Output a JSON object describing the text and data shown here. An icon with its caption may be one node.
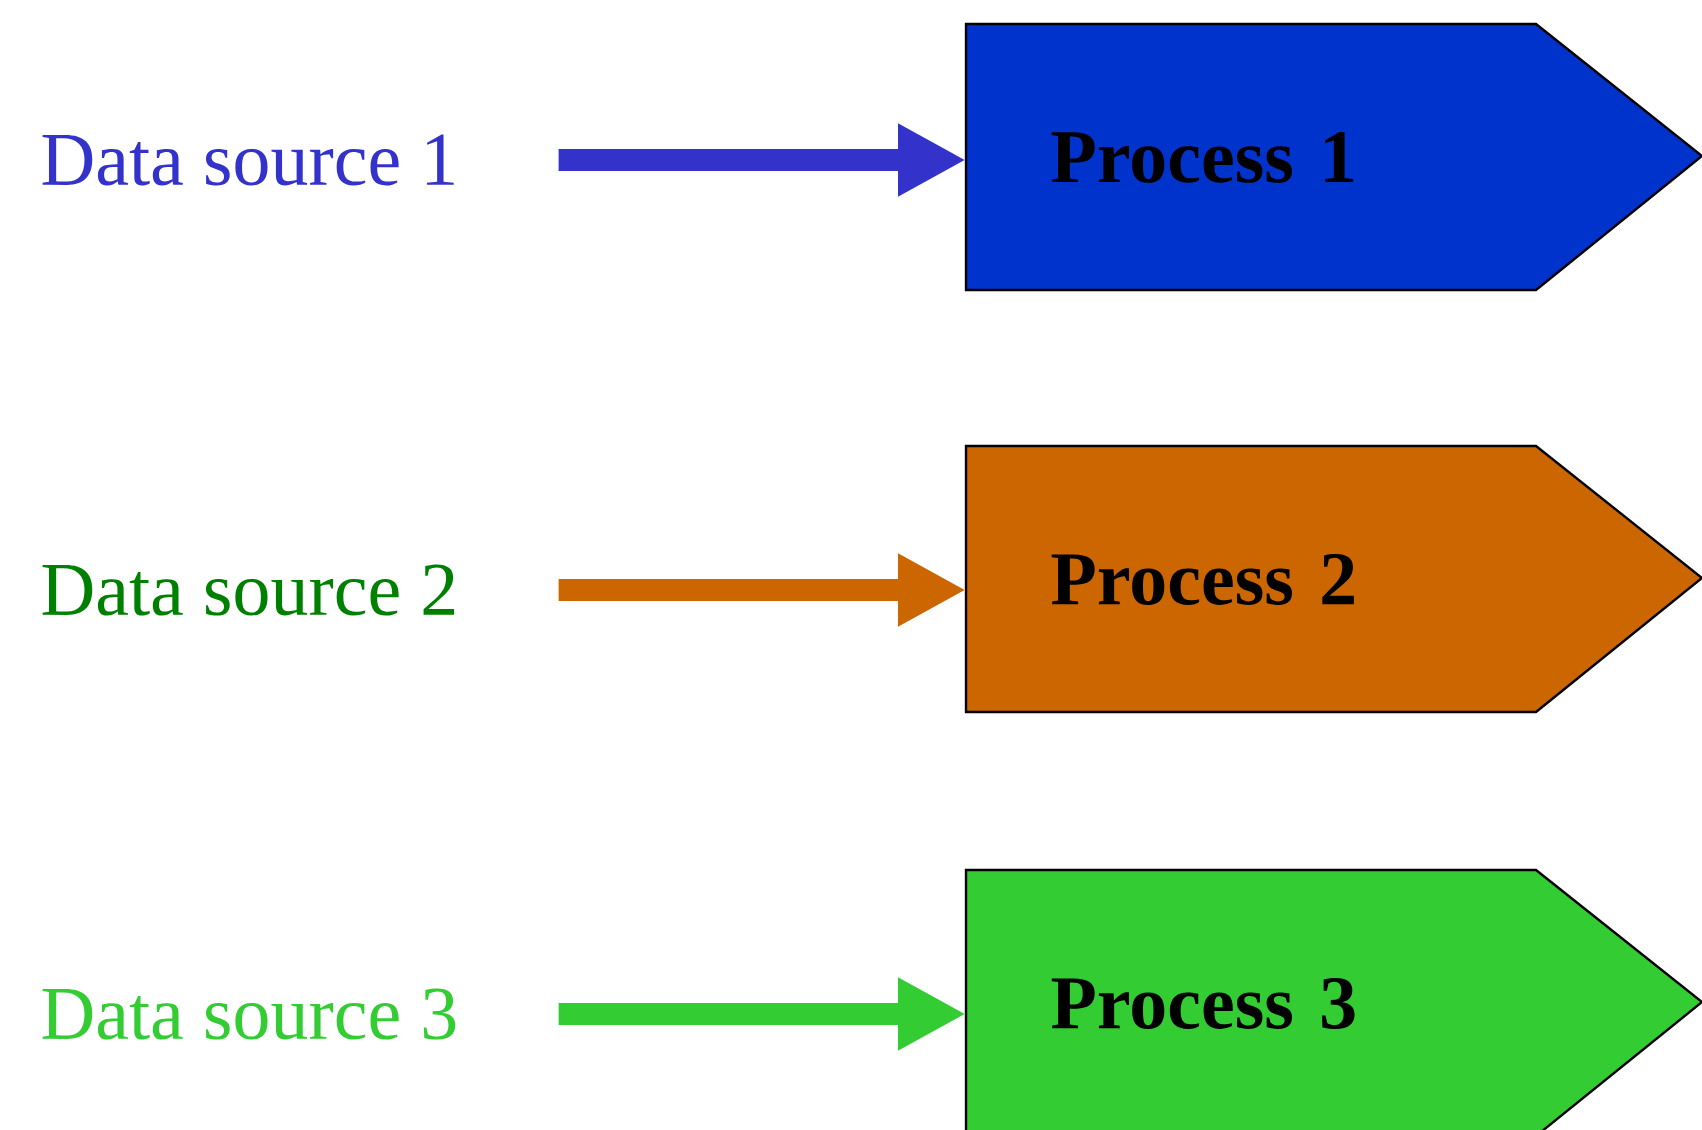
{
  "diagram": {
    "nodes": [
      {
        "text": [
          "Data source 1"
        ]
      },
      {
        "text": [
          "Process 1"
        ]
      },
      {
        "text": [
          "Data source 2"
        ]
      },
      {
        "text": [
          "Process 2"
        ]
      },
      {
        "text": [
          "Data source 3"
        ]
      },
      {
        "text": [
          "Process 3"
        ]
      }
    ],
    "edges": [
      {
        "from": 0,
        "to": 1,
        "arrow": "to",
        "color": "#3333cc"
      },
      {
        "from": 2,
        "to": 3,
        "arrow": "to",
        "color": "#cc6600"
      },
      {
        "from": 4,
        "to": 5,
        "arrow": "to",
        "color": "#33cc33"
      }
    ]
  }
}
